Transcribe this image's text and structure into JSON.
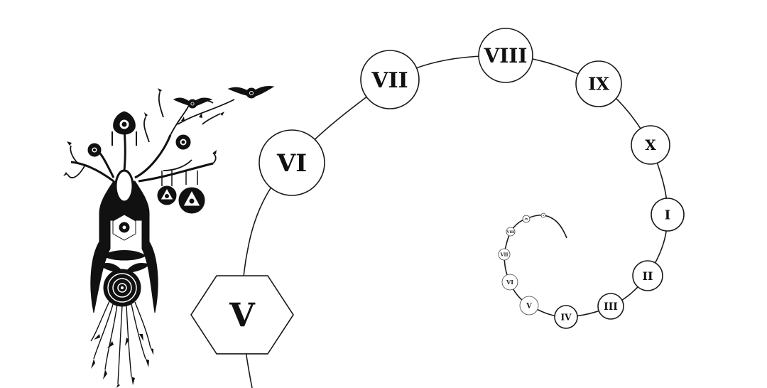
{
  "colors": {
    "ink": "#111111",
    "background": "#ffffff"
  },
  "icons": [
    "tree-figure-icon",
    "eye-symbol-icon",
    "bird-eye-icon",
    "triangle-eye-icon",
    "spiral-target-icon",
    "roots-icon"
  ],
  "spiral": {
    "active": "V",
    "nodes": [
      {
        "label": "V",
        "shape": "hexagon"
      },
      {
        "label": "VI",
        "shape": "circle"
      },
      {
        "label": "VII",
        "shape": "circle"
      },
      {
        "label": "VIII",
        "shape": "circle"
      },
      {
        "label": "IX",
        "shape": "circle"
      },
      {
        "label": "X",
        "shape": "circle"
      },
      {
        "label": "I",
        "shape": "circle"
      },
      {
        "label": "II",
        "shape": "circle"
      },
      {
        "label": "III",
        "shape": "circle"
      },
      {
        "label": "IV",
        "shape": "circle"
      },
      {
        "label": "V",
        "shape": "circle"
      },
      {
        "label": "VI",
        "shape": "circle"
      },
      {
        "label": "VII",
        "shape": "circle"
      },
      {
        "label": "VIII",
        "shape": "circle"
      },
      {
        "label": "IX",
        "shape": "circle"
      },
      {
        "label": "X",
        "shape": "circle"
      }
    ]
  }
}
